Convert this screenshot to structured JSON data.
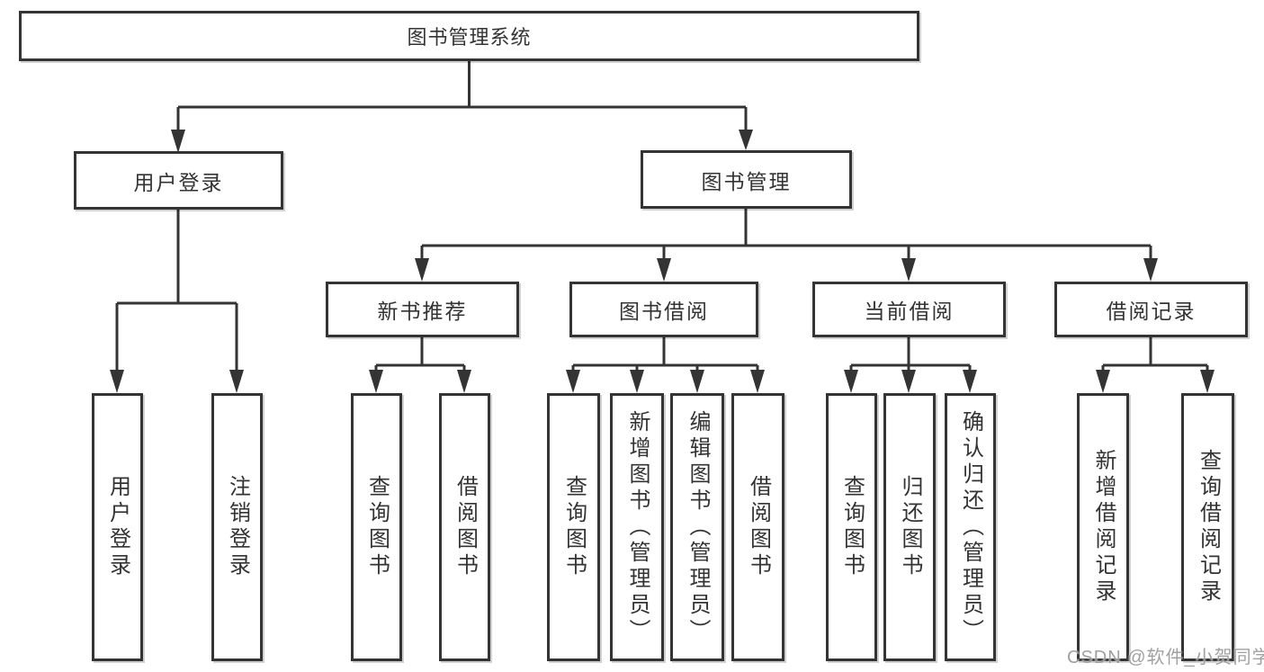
{
  "watermark": "CSDN @软件_小贺同学",
  "colors": {
    "line": "#343434",
    "box_border": "#343434",
    "box_fill": "#ffffff",
    "text": "#333333",
    "watermark_text": "#989898",
    "background": "#ffffff"
  },
  "tree": {
    "root": {
      "label": "图书管理系统"
    },
    "branches": [
      {
        "label": "用户登录",
        "children": [
          {
            "label": "用户登录"
          },
          {
            "label": "注销登录"
          }
        ]
      },
      {
        "label": "图书管理",
        "groups": [
          {
            "label": "新书推荐",
            "children": [
              {
                "label": "查询图书"
              },
              {
                "label": "借阅图书"
              }
            ]
          },
          {
            "label": "图书借阅",
            "children": [
              {
                "label": "查询图书"
              },
              {
                "label": "新增图书（管理员）"
              },
              {
                "label": "编辑图书（管理员）"
              },
              {
                "label": "借阅图书"
              }
            ]
          },
          {
            "label": "当前借阅",
            "children": [
              {
                "label": "查询图书"
              },
              {
                "label": "归还图书"
              },
              {
                "label": "确认归还（管理员）"
              }
            ]
          },
          {
            "label": "借阅记录",
            "children": [
              {
                "label": "新增借阅记录"
              },
              {
                "label": "查询借阅记录"
              }
            ]
          }
        ]
      }
    ]
  }
}
